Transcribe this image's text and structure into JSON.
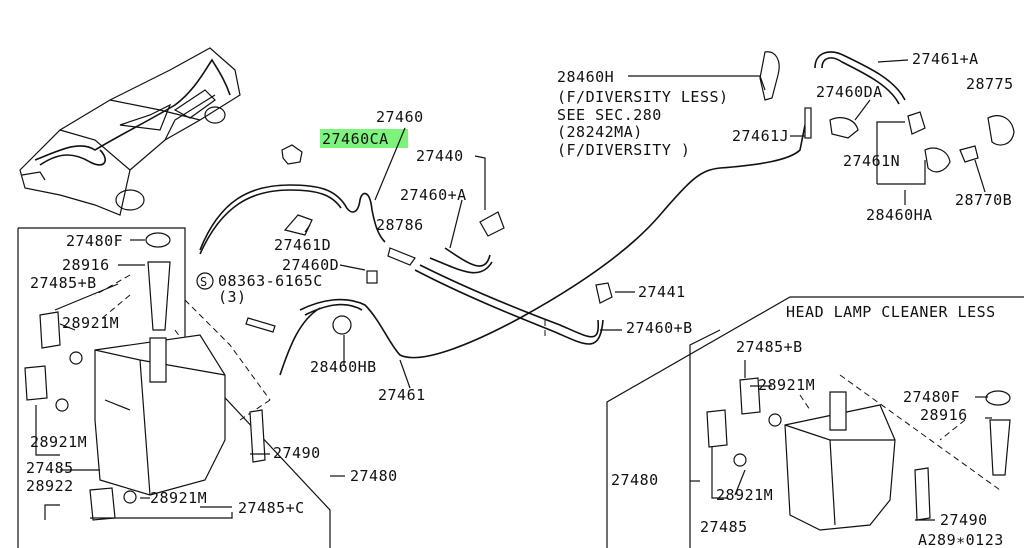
{
  "diagram": {
    "labels": {
      "hl_part": "27460CA",
      "p27460": "27460",
      "p27440": "27440",
      "p27460A": "27460+A",
      "p28786": "28786",
      "p27461D": "27461D",
      "p27460D": "27460D",
      "screw": "08363-6165C",
      "screw_qty": "(3)",
      "screw_s": "S",
      "p28460H": "28460H",
      "note1": "(F/DIVERSITY LESS)",
      "note2": "SEE SEC.280",
      "note3": "(28242MA)",
      "note4": "(F/DIVERSITY )",
      "p27460DA": "27460DA",
      "p27461A": "27461+A",
      "p28775": "28775",
      "p27461J": "27461J",
      "p27461N": "27461N",
      "p28460HA": "28460HA",
      "p28770B": "28770B",
      "p27441": "27441",
      "p27460B": "27460+B",
      "p28460HB": "28460HB",
      "p27461": "27461",
      "head_lamp": "HEAD LAMP CLEANER LESS",
      "l_27480F": "27480F",
      "l_28916": "28916",
      "l_27485B": "27485+B",
      "l_28921M_a": "28921M",
      "l_28921M_b": "28921M",
      "l_27485": "27485",
      "l_28922": "28922",
      "l_28921M_c": "28921M",
      "l_27485C": "27485+C",
      "l_27490": "27490",
      "l_27480": "27480",
      "r_27485B": "27485+B",
      "r_28921M_a": "28921M",
      "r_27480F": "27480F",
      "r_28916": "28916",
      "r_27480": "27480",
      "r_28921M_b": "28921M",
      "r_27485": "27485",
      "r_27490": "27490",
      "ref": "A289∗0123"
    }
  }
}
